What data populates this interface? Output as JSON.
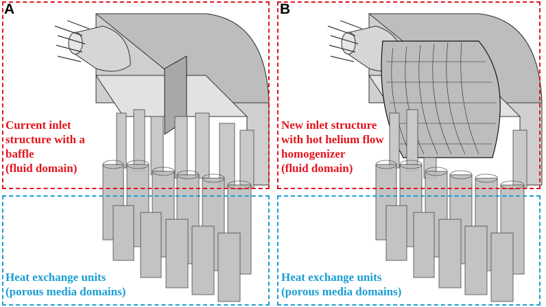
{
  "panels": [
    {
      "letter": "A",
      "fluid_label": "Current inlet structure with a baffle\n(fluid domain)",
      "porous_label": "Heat exchange units\n(porous media domains)"
    },
    {
      "letter": "B",
      "fluid_label": "New inlet structure with hot helium flow homogenizer\n(fluid domain)",
      "porous_label": "Heat exchange units\n(porous media domains)"
    }
  ],
  "colors": {
    "fluid_box": "#e3131b",
    "porous_box": "#1a9ed3"
  }
}
